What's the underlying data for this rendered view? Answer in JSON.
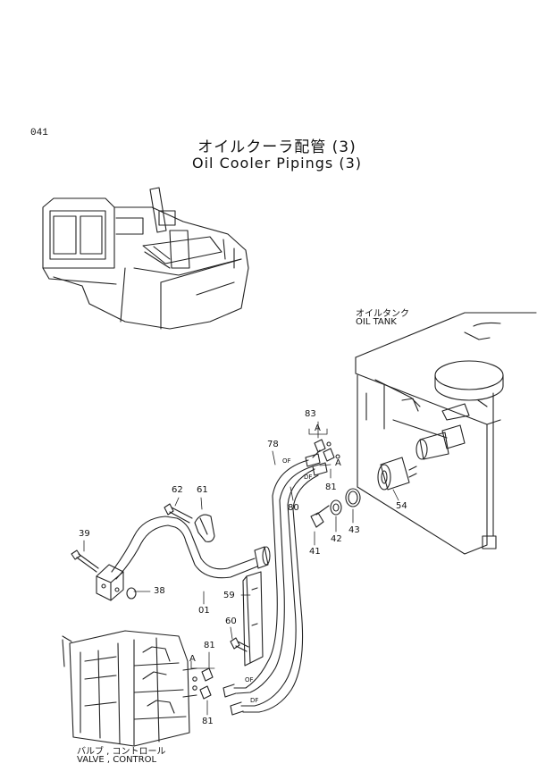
{
  "page_number": "041",
  "title_jp": "オイルクーラ配管 (3)",
  "title_en": "Oil Cooler Pipings (3)",
  "components": {
    "oil_tank_jp": "オイルタンク",
    "oil_tank_en": "OIL TANK",
    "valve_jp": "バルブ , コントロール",
    "valve_en": "VALVE , CONTROL"
  },
  "callouts": {
    "p83": "83",
    "a_top": "A",
    "a_mid": "A",
    "a_bottom": "A",
    "p78": "78",
    "p80": "80",
    "p81_top": "81",
    "p62": "62",
    "p61": "61",
    "p39": "39",
    "p38": "38",
    "p01": "01",
    "p59": "59",
    "p60": "60",
    "p81_mid": "81",
    "p81_bottom": "81",
    "p41": "41",
    "p42": "42",
    "p43": "43",
    "p54": "54",
    "of_top": "OF",
    "df_top": "DF",
    "of_bottom": "OF",
    "df_bottom": "DF"
  }
}
